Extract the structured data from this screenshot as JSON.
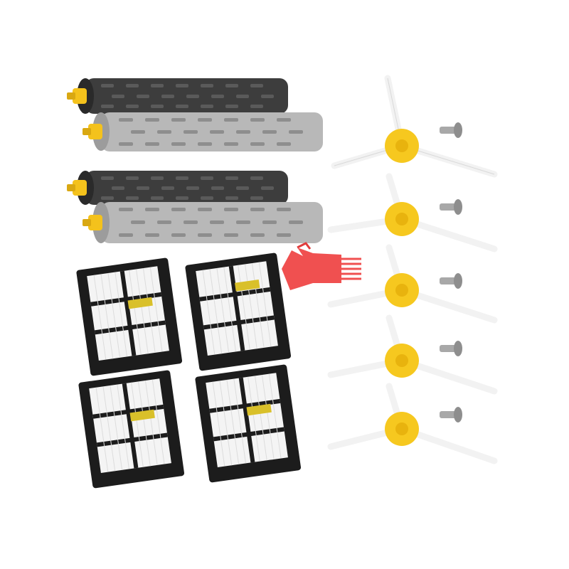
{
  "scene": {
    "background": "#ffffff",
    "description_items": [
      "roller-brush-pair",
      "hepa-filter",
      "cleaning-tool",
      "side-brush",
      "screw"
    ]
  },
  "colors": {
    "roller_dark": "#3d3d3d",
    "roller_dark_slot": "#5a5a5a",
    "roller_light": "#b8b8b8",
    "roller_light_slot": "#8e8e8e",
    "roller_cap": "#f4c21c",
    "filter_frame": "#1c1c1c",
    "filter_mesh": "#f4f4f4",
    "filter_tab": "#d9c02a",
    "tool_red": "#f05050",
    "brush_arm": "#f2f2f2",
    "brush_hub": "#f6c81f",
    "screw_metal": "#a8a8a8"
  },
  "counts": {
    "roller_pairs": 2,
    "filters": 4,
    "cleaning_tools": 1,
    "side_brushes": 5,
    "screws": 5
  }
}
